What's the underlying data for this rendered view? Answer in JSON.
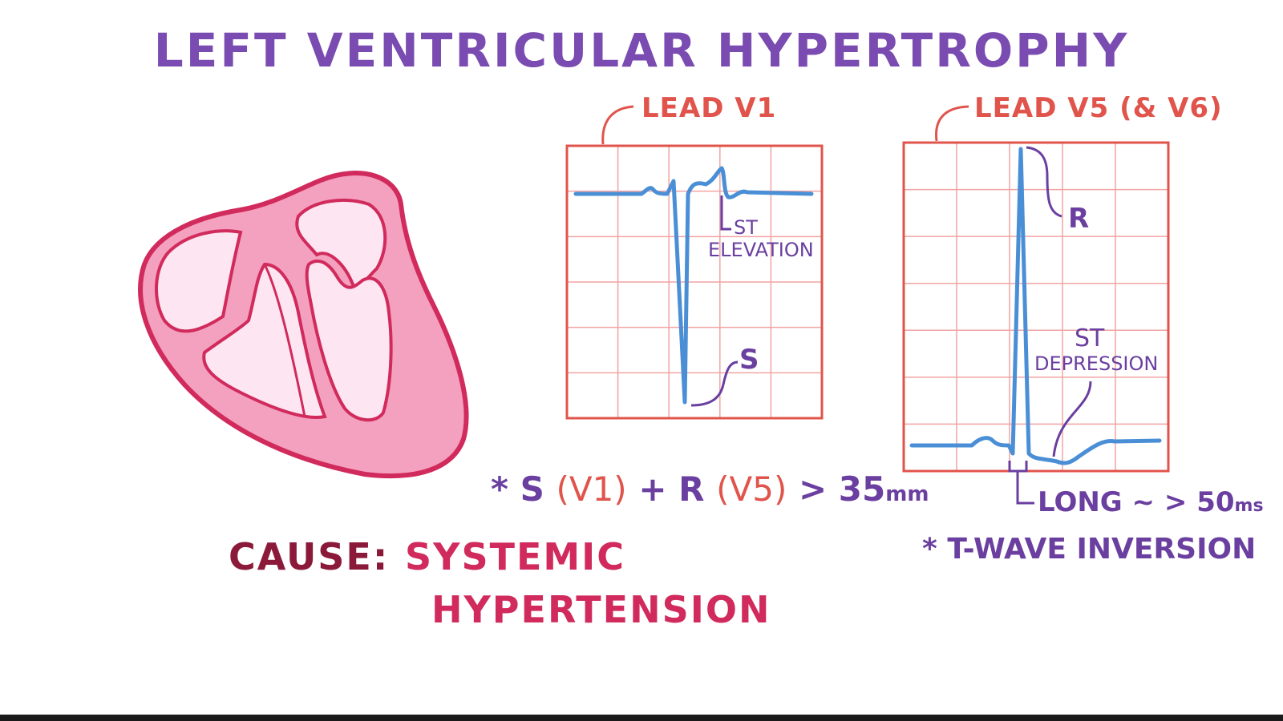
{
  "title": "LEFT VENTRICULAR HYPERTROPHY",
  "lead_v1": {
    "label": "LEAD V1",
    "annotations": {
      "st": "ST",
      "st_sub": "ELEVATION",
      "s": "S"
    }
  },
  "lead_v5": {
    "label": "LEAD V5 (& V6)",
    "annotations": {
      "r": "R",
      "st": "ST",
      "st_sub": "DEPRESSION"
    }
  },
  "criteria": {
    "bullet": "*",
    "s": "S",
    "s_lead": "(V1)",
    "plus": "+",
    "r": "R",
    "r_lead": "(V5)",
    "comparison": "> 35",
    "unit": "mm"
  },
  "qrs_duration": {
    "text": "LONG ~ > 50",
    "unit": "ms"
  },
  "t_wave": "* T-WAVE INVERSION",
  "cause": {
    "label": "CAUSE:",
    "value_line1": "SYSTEMIC",
    "value_line2": "HYPERTENSION"
  },
  "colors": {
    "title": "#7a4bb0",
    "lead_label": "#e0544c",
    "grid": "#f2a3a3",
    "trace": "#4a8fd6",
    "annotation": "#6a3fa0",
    "heart_fill": "#f4a0bf",
    "heart_stroke": "#d12a5c",
    "chamber_fill": "#fde6f1",
    "cause_label": "#8b1a3a",
    "cause_value": "#d12a5c"
  }
}
